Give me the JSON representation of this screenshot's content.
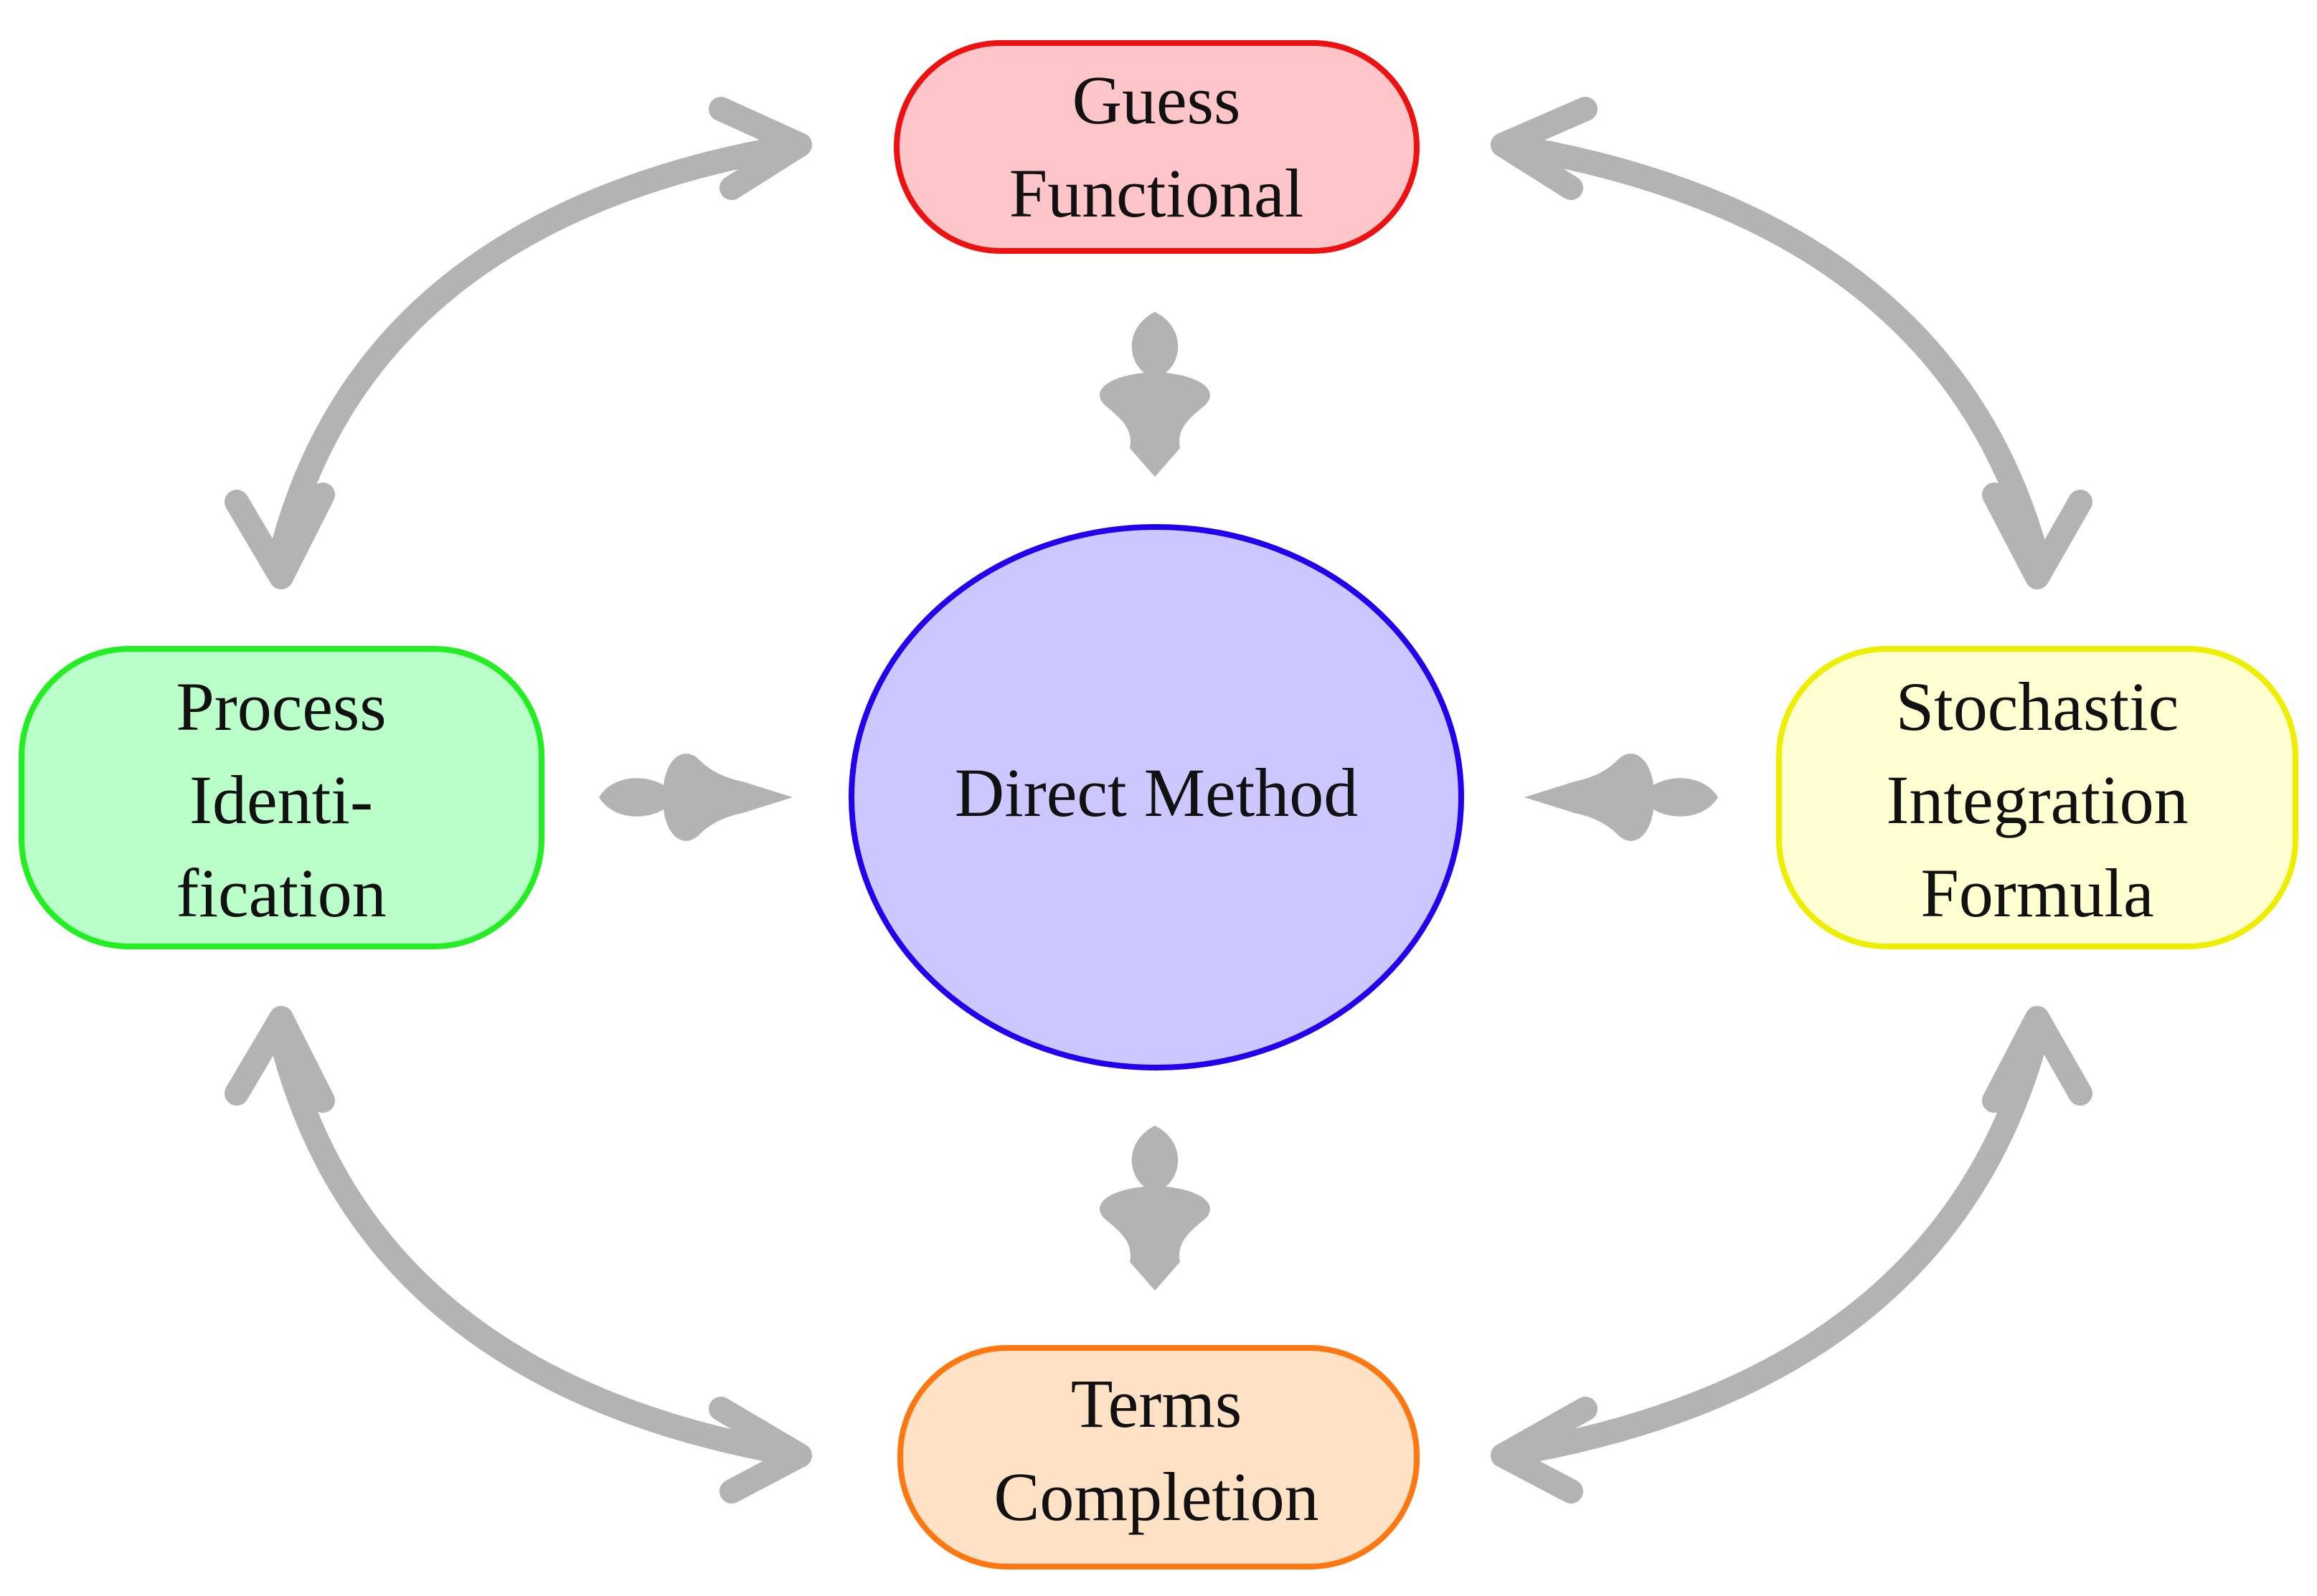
{
  "diagram": {
    "center": {
      "label": "Direct Method",
      "fill": "#ccc8ff",
      "stroke": "#2200ee"
    },
    "nodes": [
      {
        "id": "guess",
        "lines": [
          "Guess",
          "Functional"
        ],
        "fill": "#ffc6c9",
        "stroke": "#ee1111"
      },
      {
        "id": "process",
        "lines": [
          "Process",
          "Identi-",
          "fication"
        ],
        "fill": "#baffc9",
        "stroke": "#22ee22"
      },
      {
        "id": "stochastic",
        "lines": [
          "Stochastic",
          "Integration",
          "Formula"
        ],
        "fill": "#ffffd2",
        "stroke": "#eeee00"
      },
      {
        "id": "terms",
        "lines": [
          "Terms",
          "Completion"
        ],
        "fill": "#ffe2c6",
        "stroke": "#ff7711"
      }
    ],
    "arrow_color": "#b3b3b3"
  }
}
